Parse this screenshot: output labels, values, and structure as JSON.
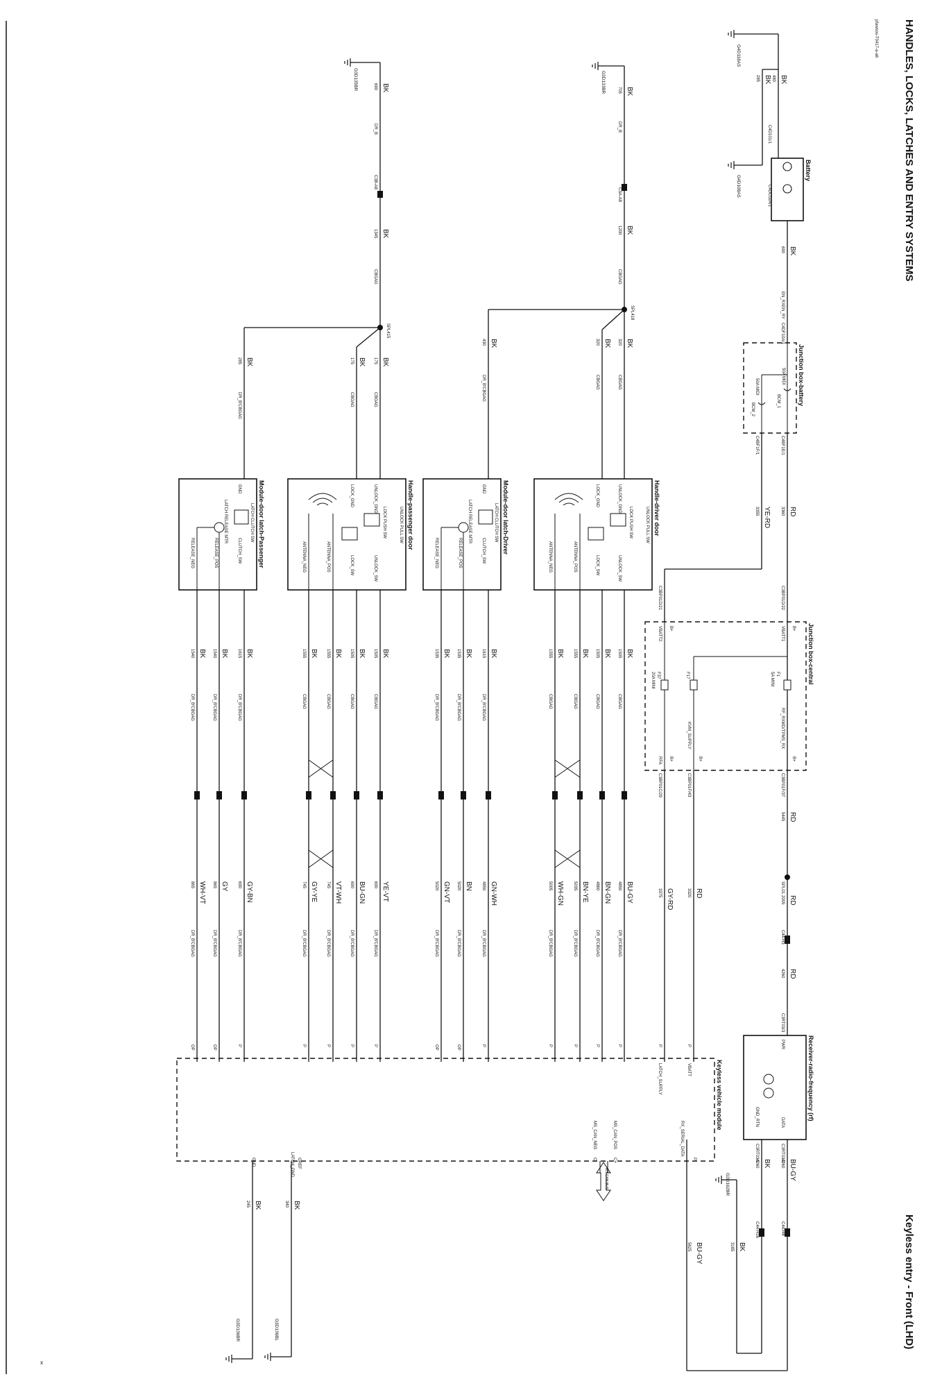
{
  "header": {
    "section_title": "HANDLES, LOCKS, LATCHES AND ENTRY SYSTEMS",
    "page_title": "Keyless entry - Front (LHD)",
    "ref_code": "pfawsos-T0417-a-a6",
    "corner_mark": "x"
  },
  "components": {
    "battery": {
      "name": "Battery",
      "pin_neg": "C4D101/1",
      "pin_pos": "C4DC02A/1"
    },
    "jb_battery": {
      "name": "Junction box-battery",
      "fuse_1": "50A MIDI",
      "fuse_1_id": "BCM_1",
      "fuse_2": "50A MIDI",
      "fuse_2_id": "BCM_2",
      "pin_1": "C4BF1E/1",
      "pin_2": "C4BF1F/1",
      "pin_in": "C4DF10A/1"
    },
    "jb_central": {
      "name": "Junction box-central",
      "f1": "F1",
      "f1_rating": "5A MINI",
      "f17": "F17",
      "f37": "F37",
      "f37_rating": "20A MINI",
      "vbatt1": "VBATT1",
      "vbatt2": "VBATT2",
      "bplus": "B+",
      "out1": "RF_RXMD/TPMS_RX",
      "out2": "KVM_SUPPLY",
      "out3": "RFA",
      "c_in1": "C3BP01D/22",
      "c_in2": "C3BP01D/21",
      "c_out1": "C3BP01F/37",
      "c_out2": "C3BP01F/43",
      "c_out3": "C3BP01C/29"
    },
    "receiver": {
      "name": "Receiver-radio-frequency (rf)",
      "pwr": "PWR",
      "data": "DATA",
      "gnd_rtn": "GND_RTN",
      "pin_pwr": "C3RT03/3",
      "pin_data": "C3RT03/2",
      "pin_gnd": "C3RT03/1"
    },
    "kvm": {
      "name": "Keyless vehicle module",
      "vbatt": "VBATT",
      "latch_supply": "LATCH_SUPPLY",
      "rx_serial": "RX_SERIAL_DATA",
      "ms_can_pos": "MS_CAN_POS",
      "ms_can_neg": "MS_CAN_NEG",
      "gref": "GREF",
      "latch_gnd": "LATCH_GND",
      "gnd": "GND",
      "ms_can_bus": "MS CAN BUS",
      "c_plus": "C+",
      "c_minus": "C-"
    },
    "handle_driver": {
      "name": "Handle-driver door",
      "unlock_pull": "UNLOCK PULL SW",
      "lock_push": "LOCK PUSH SW",
      "unlock_sw": "UNLOCK_SW",
      "unlock_gnd": "UNLOCK_GND",
      "lock_gnd": "LOCK_GND",
      "lock_sw": "LOCK_SW",
      "antenna_pos": "ANTENNA_POS",
      "antenna_neg": "ANTENNA_NEG"
    },
    "latch_driver": {
      "name": "Module-door latch-Driver",
      "clutch_sw": "LATCH CLUTCH SW",
      "clutch_sw_pin": "CLUTCH_SW",
      "release_mtr": "LATCH RELEASE MTR",
      "release_pos": "RELEASE_POS",
      "release_neg": "RELEASE_NEG",
      "gnd": "GND"
    },
    "handle_pass": {
      "name": "Handle-passenger door",
      "unlock_pull": "UNLOCK PULL SW",
      "lock_push": "LOCK PUSH SW",
      "unlock_sw": "UNLOCK_SW",
      "unlock_gnd": "UNLOCK_GND",
      "lock_gnd": "LOCK_GND",
      "lock_sw": "LOCK_SW",
      "antenna_pos": "ANTENNA_POS",
      "antenna_neg": "ANTENNA_NEG"
    },
    "latch_pass": {
      "name": "Module-door latch-Passenger",
      "clutch_sw": "LATCH CLUTCH SW",
      "clutch_sw_pin": "CLUTCH_SW",
      "release_mtr": "LATCH RELEASE MTR",
      "release_pos": "RELEASE_POS",
      "release_neg": "RELEASE_NEG",
      "gnd": "GND"
    }
  },
  "labels": {
    "bk": "BK",
    "rd": "RD",
    "yerd": "YE-RD",
    "bugy": "BU-GY",
    "gyrd": "GY-RD",
    "bngn": "BN-GN",
    "bnye": "BN-YE",
    "whgn": "WH-GN",
    "gnwh": "GN-WH",
    "bn": "BN",
    "gnvt": "GN-VT",
    "yevt": "YE-VT",
    "bugn": "BU-GN",
    "vtwh": "VT-WH",
    "gyye": "GY-YE",
    "gybn": "GY-BN",
    "gy": "GY",
    "whvt": "WH-VT",
    "g4d118as": "G4D118AS",
    "g4d108as": "G4D108AS",
    "g3d133br": "G3D133BR",
    "g3d135br": "G3D135BR",
    "g3d162br": "G3D162BR",
    "g3d136br": "G3D136BR",
    "g3d136bl": "G3D136BL",
    "spl418": "SPL418",
    "spl415": "SPL415",
    "spl01": "SPL01",
    "c3a_a8": "C3A-A8",
    "c3b_a8": "C3B-A8",
    "c44_h3": "C44-H3",
    "c44_h4": "C44-H4",
    "c44_h16": "C44-H16",
    "en_rxen_ry": "EN_RXEN_RY",
    "cbgag": "CBGAG",
    "dr_b": "DR_B",
    "dr_bcbgag": "DR_B'CBGAG",
    "p": "P",
    "op": "OP",
    "s480": "480",
    "s285": "285",
    "s690": "690",
    "s3360": "3360",
    "s3355": "3355",
    "s2005": "2005",
    "s4260": "4260",
    "s1200": "1200",
    "s1345": "1345",
    "s705": "705",
    "s320": "320",
    "s430": "430",
    "s175": "175",
    "s1505": "1505",
    "s1555": "1555",
    "s1615": "1615",
    "s1535": "1535",
    "s1540": "1540",
    "s5445": "5445",
    "s3375": "3375",
    "s3320": "3320",
    "s4850": "4850",
    "s4860": "4860",
    "s5005": "5005",
    "s5035": "5035",
    "s5020": "5020",
    "s5080": "5080",
    "s745": "745",
    "s865": "865",
    "s3185": "3185",
    "s5625": "5625",
    "s340": "340",
    "s245": "245"
  }
}
